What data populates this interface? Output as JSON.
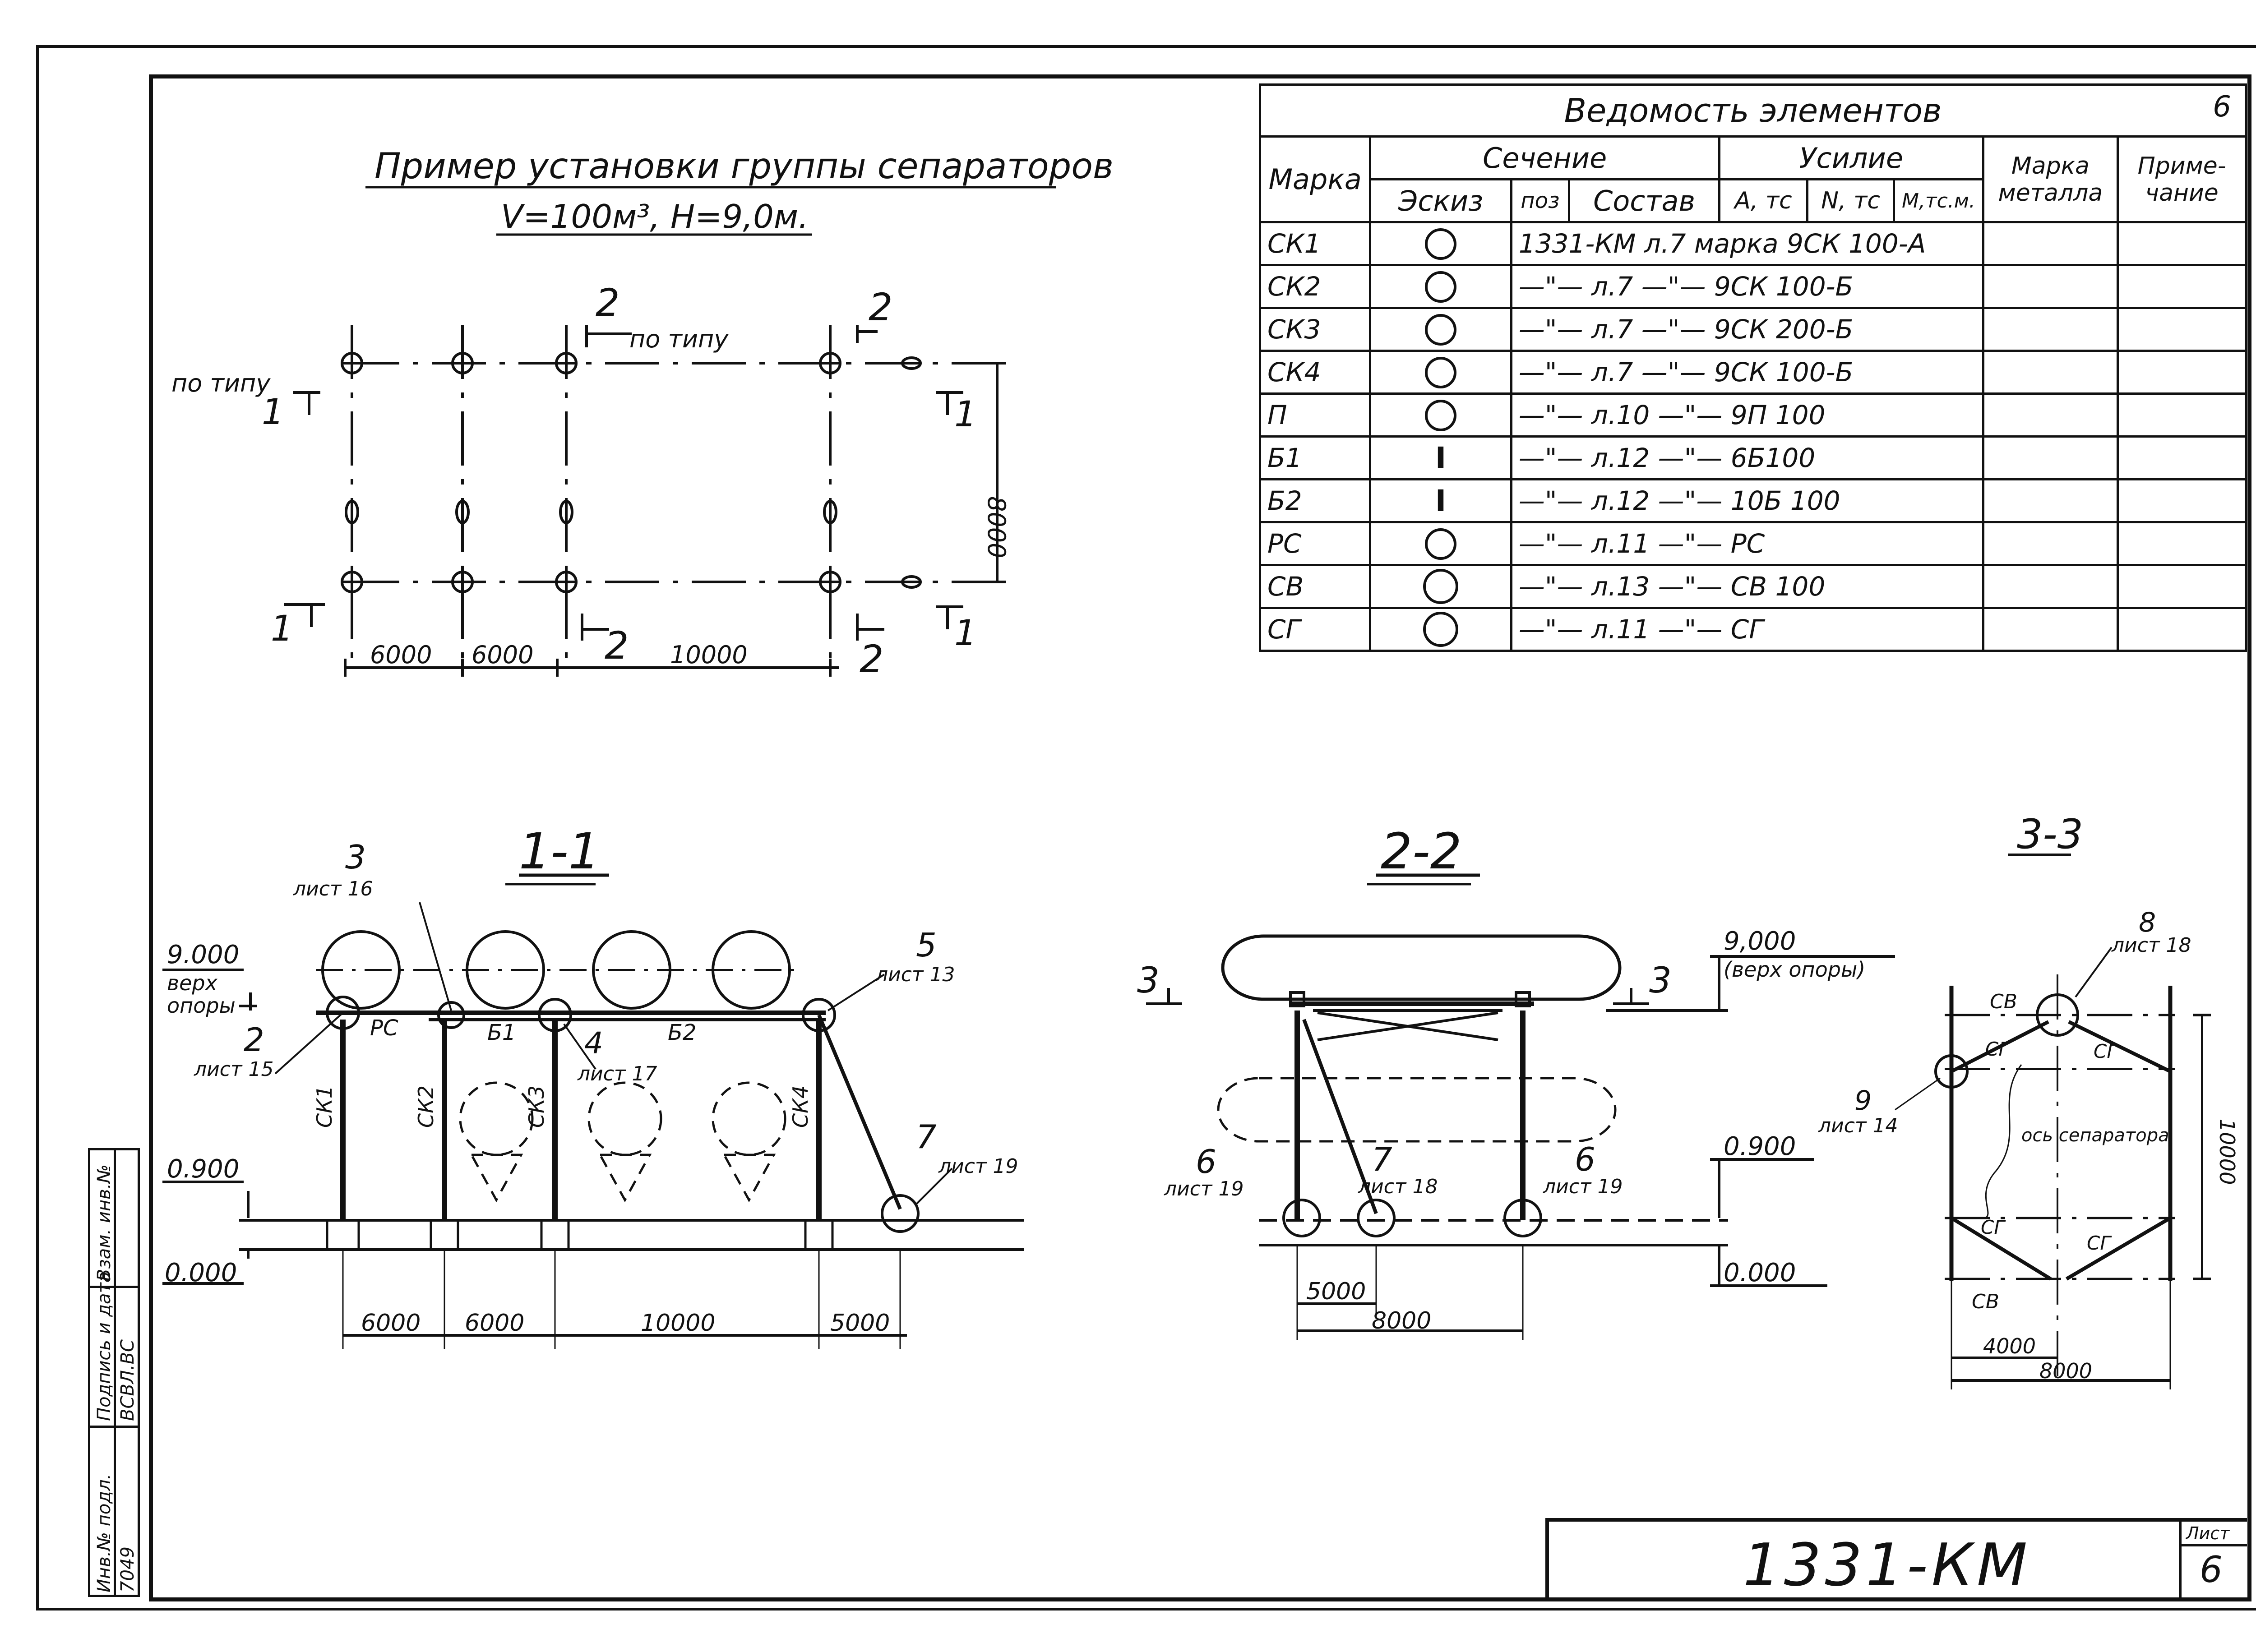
{
  "drawing": {
    "plan_title": "Пример установки группы сепараторов",
    "plan_subtitle": "V=100м³, H=9,0м.",
    "plan_note_top": "по типу",
    "plan_note_left": "по типу",
    "plan_dims": [
      "6000",
      "6000",
      "10000",
      "8000"
    ],
    "plan_marks": [
      "1",
      "1",
      "1",
      "1",
      "2",
      "2",
      "2",
      "2"
    ],
    "section_1_title": "1-1",
    "section_2_title": "2-2",
    "section_3_title": "3-3",
    "sec1": {
      "levels": [
        "9.000",
        "верх",
        "опоры",
        "0.900",
        "0.000"
      ],
      "callouts": [
        {
          "num": "3",
          "sheet": "лист 16"
        },
        {
          "num": "5",
          "sheet": "лист 13"
        },
        {
          "num": "2",
          "sheet": "лист 15"
        },
        {
          "num": "4",
          "sheet": "лист 17"
        },
        {
          "num": "7",
          "sheet": "лист 19"
        }
      ],
      "element_labels": [
        "РС",
        "Б1",
        "Б2",
        "СК1",
        "СК2",
        "СК3",
        "СК4"
      ],
      "dims": [
        "6000",
        "6000",
        "10000",
        "5000"
      ]
    },
    "sec2": {
      "level_top": "9,000",
      "level_top_note": "(верх опоры)",
      "level_mid": "0.900",
      "level_bot": "0.000",
      "cut_marks": [
        "3",
        "3"
      ],
      "callouts": [
        {
          "num": "6",
          "sheet": "лист 19"
        },
        {
          "num": "7",
          "sheet": "лист 18"
        },
        {
          "num": "6",
          "sheet": "лист 19"
        }
      ],
      "dims": [
        "5000",
        "8000"
      ]
    },
    "sec3": {
      "callouts": [
        {
          "num": "8",
          "sheet": "лист 18"
        },
        {
          "num": "9",
          "sheet": "лист 14"
        }
      ],
      "labels": [
        "СВ",
        "СГ",
        "СГ",
        "ось сепаратора",
        "СГ",
        "СГ",
        "СВ"
      ],
      "dims": [
        "4000",
        "8000",
        "10000"
      ]
    }
  },
  "schedule": {
    "title": "Ведомость элементов",
    "page": "6",
    "headers": {
      "mark": "Марка",
      "section": "Сечение",
      "sketch": "Эскиз",
      "pos": "поз",
      "composition": "Состав",
      "force": "Усилие",
      "a_tc": "А, тс",
      "n_tc": "N, тс",
      "m_tcm": "М,тс.м.",
      "metal": "Марка металла",
      "note": "Приме-чание"
    },
    "rows": [
      {
        "mark": "СК1",
        "sketch": "ring",
        "composition": "1331-КМ л.7 марка 9СК 100-А"
      },
      {
        "mark": "СК2",
        "sketch": "ring",
        "composition": "—\"— л.7 —\"— 9СК 100-Б"
      },
      {
        "mark": "СК3",
        "sketch": "ring",
        "composition": "—\"— л.7 —\"— 9СК 200-Б"
      },
      {
        "mark": "СК4",
        "sketch": "ring",
        "composition": "—\"— л.7 —\"— 9СК 100-Б"
      },
      {
        "mark": "П",
        "sketch": "ring",
        "composition": "—\"— л.10 —\"— 9П 100"
      },
      {
        "mark": "Б1",
        "sketch": "ibeam",
        "composition": "—\"— л.12 —\"— 6Б100"
      },
      {
        "mark": "Б2",
        "sketch": "ibeam",
        "composition": "—\"— л.12 —\"— 10Б 100"
      },
      {
        "mark": "РС",
        "sketch": "ring",
        "composition": "—\"— л.11 —\"— РС"
      },
      {
        "mark": "СВ",
        "sketch": "ring-big",
        "composition": "—\"— л.13 —\"— СВ 100"
      },
      {
        "mark": "СГ",
        "sketch": "ring-big",
        "composition": "—\"— л.11 —\"— СГ"
      }
    ]
  },
  "title_block": {
    "code": "1331-КМ",
    "sheet_label": "Лист",
    "sheet_no": "6"
  },
  "stamp": {
    "inv_label": "Инв.№ подл.",
    "inv_value": "7049",
    "sign_label": "Подпись и дата",
    "sign_value": "ВСВЛ.ВС",
    "swap_label": "Взам. инв.№"
  },
  "colors": {
    "ink": "#111111",
    "paper": "#ffffff"
  }
}
